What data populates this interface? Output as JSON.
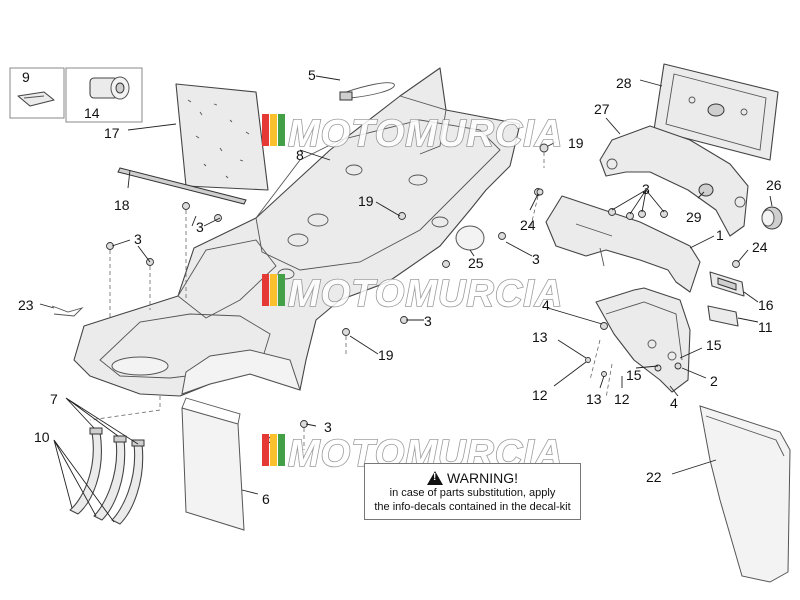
{
  "watermark": {
    "text": "MOTOMURCIA",
    "colors": [
      "#e53935",
      "#fbc02d",
      "#43a047"
    ]
  },
  "warning": {
    "title": "WARNING!",
    "line1": "in case of parts substitution, apply",
    "line2": "the info-decals contained in the decal-kit"
  },
  "callouts": {
    "c1": "1",
    "c2": "2",
    "c3": "3",
    "c4": "4",
    "c5": "5",
    "c6": "6",
    "c7": "7",
    "c8": "8",
    "c9": "9",
    "c10": "10",
    "c11": "11",
    "c12": "12",
    "c13": "13",
    "c14": "14",
    "c15": "15",
    "c16": "16",
    "c17": "17",
    "c18": "18",
    "c19": "19",
    "c22": "22",
    "c23": "23",
    "c24": "24",
    "c25": "25",
    "c26": "26",
    "c27": "27",
    "c28": "28",
    "c29": "29"
  }
}
